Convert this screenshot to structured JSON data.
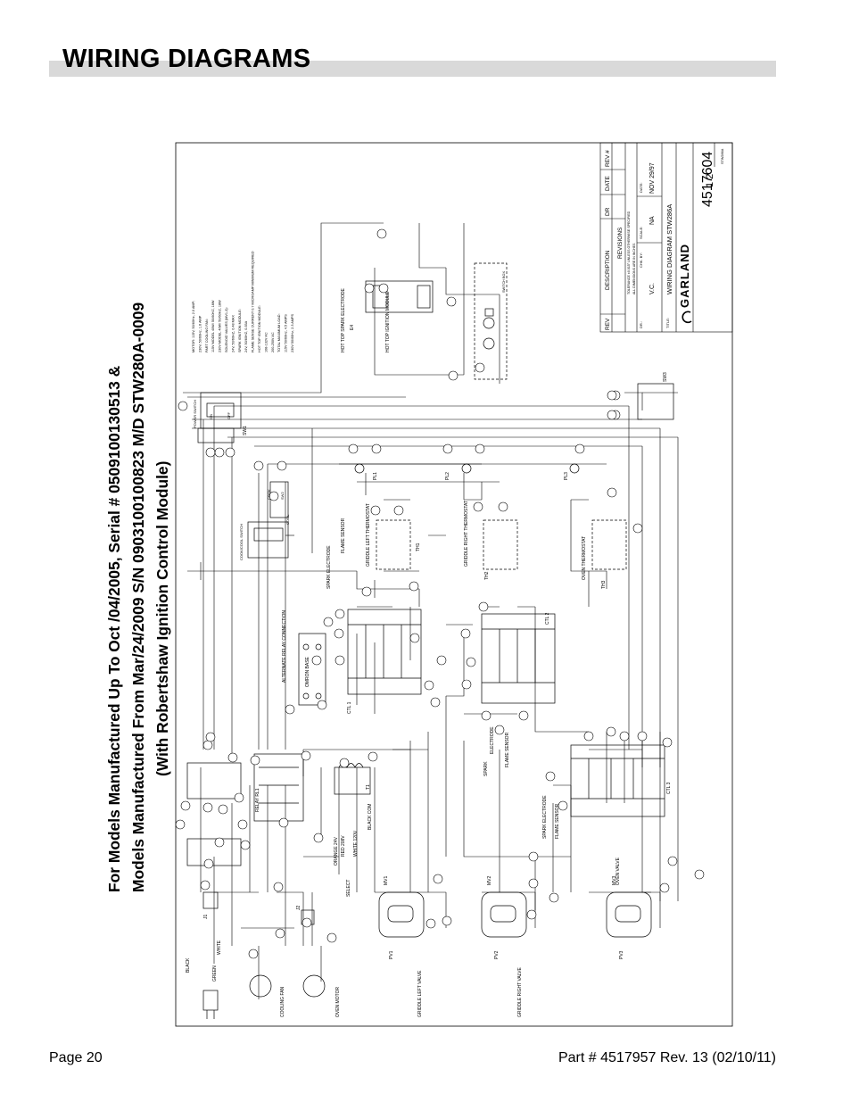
{
  "page": {
    "title": "WIRING DIAGRAMS",
    "footer_left": "Page 20",
    "footer_right": "Part # 4517957  Rev. 13  (02/10/11)"
  },
  "diagram": {
    "heading": {
      "line1": "For Models Manufactured Up To Oct /04/2005, Serial # 0509100130513 &",
      "line2": "Models Manufactured From Mar/24/2009 S/N 0903100100823 M/D STW280A-0009",
      "line3": "(With Robertshaw Ignition Control Module)"
    },
    "notes": [
      "MOTOR: 115V, 50/60Hz, 2.0 AMP;",
      "230V, 50/60Hz, 1.6 AMP",
      "PART COOLING FAN:",
      "115V MODEL 40W/ 50/60HZ, 18W",
      "230V MODEL 40W/ 50/60HZ, 18W",
      "SOLENOID VALVES (MV1-3):",
      "24V, 50/60HZ, 0.48 MAX",
      "SPARK IGNITION MODULE:",
      "24V, 50/60HZ, 0.35A",
      "FLAME SENSE CURRENT 0.7 MICROAMP MINIMUM REQUIRED",
      "HOT TOP IGNITION MODULE:",
      "108-132V AC",
      "200-250V AC",
      "TOTAL MAXIMUM LOAD:",
      "115V 50/60Hz, 4.5 AMPS",
      "230V 50/60Hz, 2.3 AMPS"
    ],
    "labels": {
      "hot_top_spark": "HOT TOP SPARK ELECTRODE",
      "e4": "E4",
      "hot_top_module": "HOT TOP IGNITION MODULE",
      "switch_box": "SWITCH BOX",
      "sw3": "SW3",
      "power_switch": "POWER SWITCH",
      "on": "ON",
      "off": "OFF",
      "sw1": "SW1",
      "cook_cool_switch": "COOK/COOL SWITCH",
      "cook": "COOK",
      "cool": "COOL",
      "sw2": "SW2",
      "pl1": "PL1",
      "pl2": "PL2",
      "pl3": "PL3",
      "spark_electrode": "SPARK ELECTRODE",
      "flame_sensor": "FLAME SENSOR",
      "griddle_left_thermostat": "GRIDDLE LEFT THERMOSTAT",
      "th1": "TH1",
      "griddle_right_thermostat": "GRIDDLE RIGHT THERMOSTAT",
      "th2": "TH2",
      "oven_thermostat": "OVEN THERMOSTAT",
      "th3": "TH3",
      "alternate_relay": "ALTERNATE RELAY CONNECTION",
      "omron_base": "OMRON BASE",
      "ctl1": "CTL 1",
      "ctl2": "CTL 2",
      "ctl3": "CTL 3",
      "spark": "SPARK",
      "electrode": "ELECTRODE",
      "relay_rl1": "RELAY RL1",
      "t1": "T1",
      "orange": "ORANGE 24V",
      "red": "RED 208V",
      "white120": "WHITE 120V",
      "black_com": "BLACK COM",
      "select": "SELECT",
      "black": "BLACK",
      "white": "WHITE",
      "green": "GREEN",
      "j1": "J1",
      "j2": "J2",
      "cooling_fan": "COOLING FAN",
      "oven_motor": "OVEN MOTOR",
      "mv1": "MV1",
      "mv2": "MV2",
      "mv3": "MV3",
      "pv1": "PV1",
      "pv2": "PV2",
      "pv3": "PV3",
      "griddle_left_valve": "GRIDDLE LEFT VALVE",
      "griddle_right_valve": "GRIDDLE RIGHT VALVE",
      "oven_valve": "OVEN VALVE"
    },
    "title_block": {
      "rev": "REV",
      "description": "DESCRIPTION",
      "dr": "DR",
      "date": "DATE",
      "rev_no": "REV #",
      "revisions": "REVISIONS",
      "tolerance": "TOLERANCE ±0.015\" UNLESS OTHERWISE SPECIFIED",
      "dimensions": "ALL DIMENSIONS ARE IN INCHES",
      "dr_label": "DR.:",
      "dr_value": "V.C.",
      "chk_label": "CHK. BY:",
      "scale_label": "SCALE:",
      "scale_value": "NA",
      "date_label": "DATE:",
      "date_value": "NOV 29/97",
      "title_label": "TITLE:",
      "title_value": "WIRING DIAGRAM STW286A",
      "brand": "GARLAND",
      "part_no": "4517604",
      "sheet": "1  2",
      "code": "STW286A"
    }
  }
}
